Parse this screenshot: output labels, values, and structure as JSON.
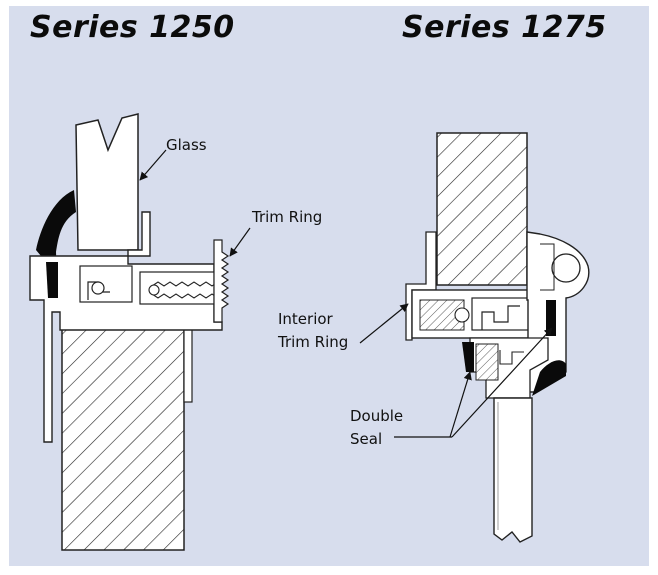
{
  "diagram": {
    "left_title": "Series 1250",
    "right_title": "Series 1275",
    "labels": {
      "glass": "Glass",
      "trim_ring": "Trim Ring",
      "interior_line1": "Interior",
      "interior_line2": "Trim Ring",
      "double_line1": "Double",
      "double_line2": "Seal"
    }
  },
  "colors": {
    "background": "#d7dded",
    "line": "#1a1a1a",
    "gasket": "#0a0a0a",
    "part_fill": "#ffffff"
  }
}
